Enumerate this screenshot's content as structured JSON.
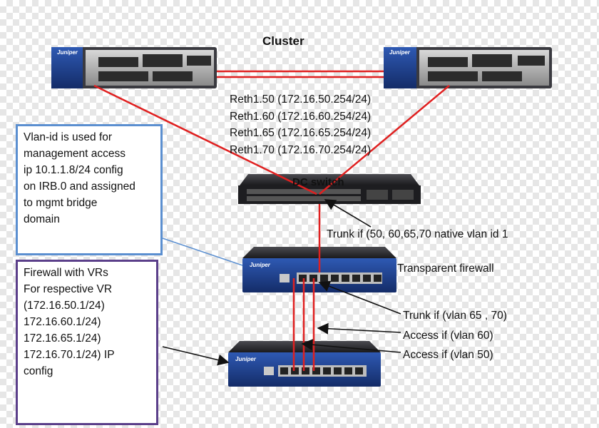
{
  "cluster_label": "Cluster",
  "reth_interfaces": [
    "Reth1.50 (172.16.50.254/24)",
    "Reth1.60 (172.16.60.254/24)",
    "Reth1.65 (172.16.65.254/24)",
    "Reth1.70 (172.16.70.254/24)"
  ],
  "dc_switch_label": "DC switch",
  "trunk_native_label": "Trunk if (50, 60,65,70 native vlan id 1",
  "transparent_firewall_label": "Transparent firewall",
  "trunk_vlan_label": "Trunk if  (vlan 65 , 70)",
  "access_60_label": "Access if (vlan 60)",
  "access_50_label": "Access if (vlan 50)",
  "mgmt_note": [
    "Vlan-id is used for",
    "management access",
    "ip 10.1.1.8/24 config",
    "on IRB.0 and assigned",
    "to mgmt bridge",
    "domain"
  ],
  "vr_note": [
    "Firewall with VRs",
    "For respective VR",
    "(172.16.50.1/24)",
    "172.16.60.1/24)",
    "172.16.65.1/24)",
    "172.16.70.1/24) IP",
    "config"
  ],
  "brand_text": "Juniper",
  "colors": {
    "link_red": "#e02020",
    "mgmt_border": "#5b8fd0",
    "vr_border": "#5b3f8a",
    "device_blue": "#1b3f8f",
    "device_dark": "#2a2a2e"
  }
}
